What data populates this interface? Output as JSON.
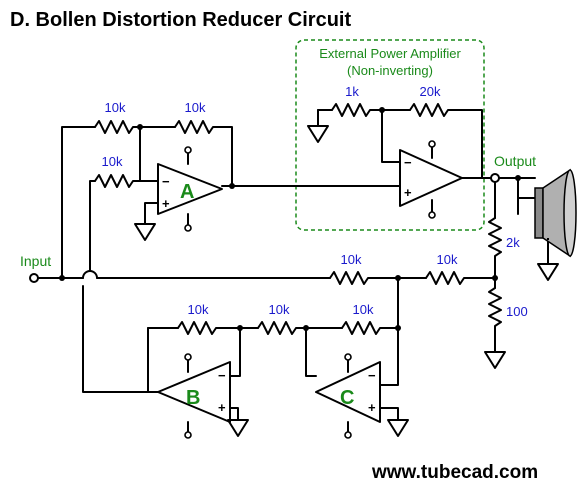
{
  "title": "D. Bollen Distortion Reducer Circuit",
  "amp_box": {
    "line1": "External Power Amplifier",
    "line2": "(Non-inverting)"
  },
  "resistors": {
    "top_left": "10k",
    "top_right": "10k",
    "a_input": "10k",
    "amp_feedback_ground": "1k",
    "amp_feedback": "20k",
    "middle_left": "10k",
    "middle_right": "10k",
    "divider_top": "2k",
    "divider_bottom": "100",
    "b_feedback": "10k",
    "bc_series": "10k",
    "c_feedback": "10k"
  },
  "opamps": {
    "a": "A",
    "b": "B",
    "c": "C"
  },
  "signs": {
    "minus": "−",
    "plus": "+"
  },
  "input_label": "Input",
  "output_label": "Output",
  "website": "www.tubecad.com",
  "colors": {
    "accent_green": "#1a8a1a",
    "value_blue": "#1a1acc",
    "wire": "#000000"
  }
}
